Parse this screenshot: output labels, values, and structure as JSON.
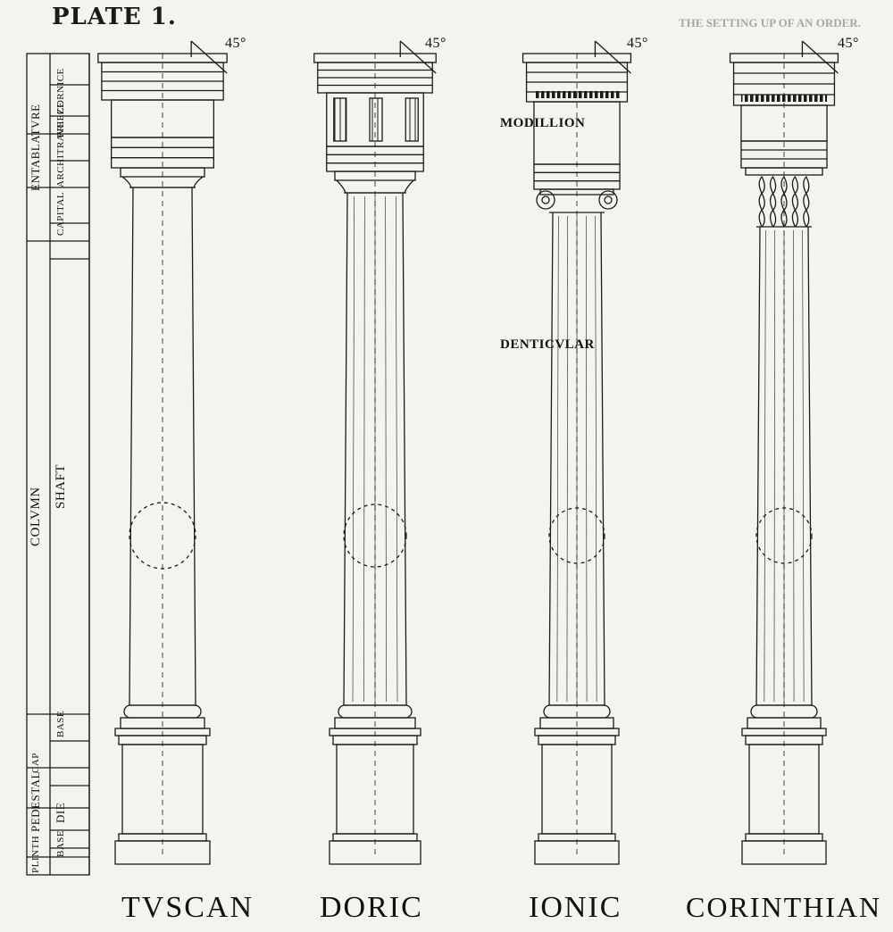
{
  "plate": {
    "title": "PLATE 1.",
    "background_heading": "THE SETTING UP OF AN ORDER.",
    "orders": [
      "TVSCAN",
      "DORIC",
      "IONIC",
      "CORINTHIAN"
    ],
    "cornice_angle": "45°",
    "scale_labels": {
      "entablature": "ENTABLATVRE",
      "architrave": "ARCHITRAVE",
      "frieze": "FRIEZE",
      "cornice": "CORNICE",
      "capital": "CAPITAL",
      "column": "COLVMN",
      "shaft": "SHAFT",
      "base": "BASE",
      "pedestal": "PEDESTAL",
      "cap": "CAP",
      "die": "DIE",
      "plinth": "PLINTH",
      "base2": "BASE"
    },
    "annotations": {
      "modillion": "MODILLION",
      "denticular": "DENTICVLAR"
    },
    "colors": {
      "ink": "#1a1a1a",
      "paper": "#f4f3ee",
      "bleed_text": "#b4b4ae"
    }
  }
}
